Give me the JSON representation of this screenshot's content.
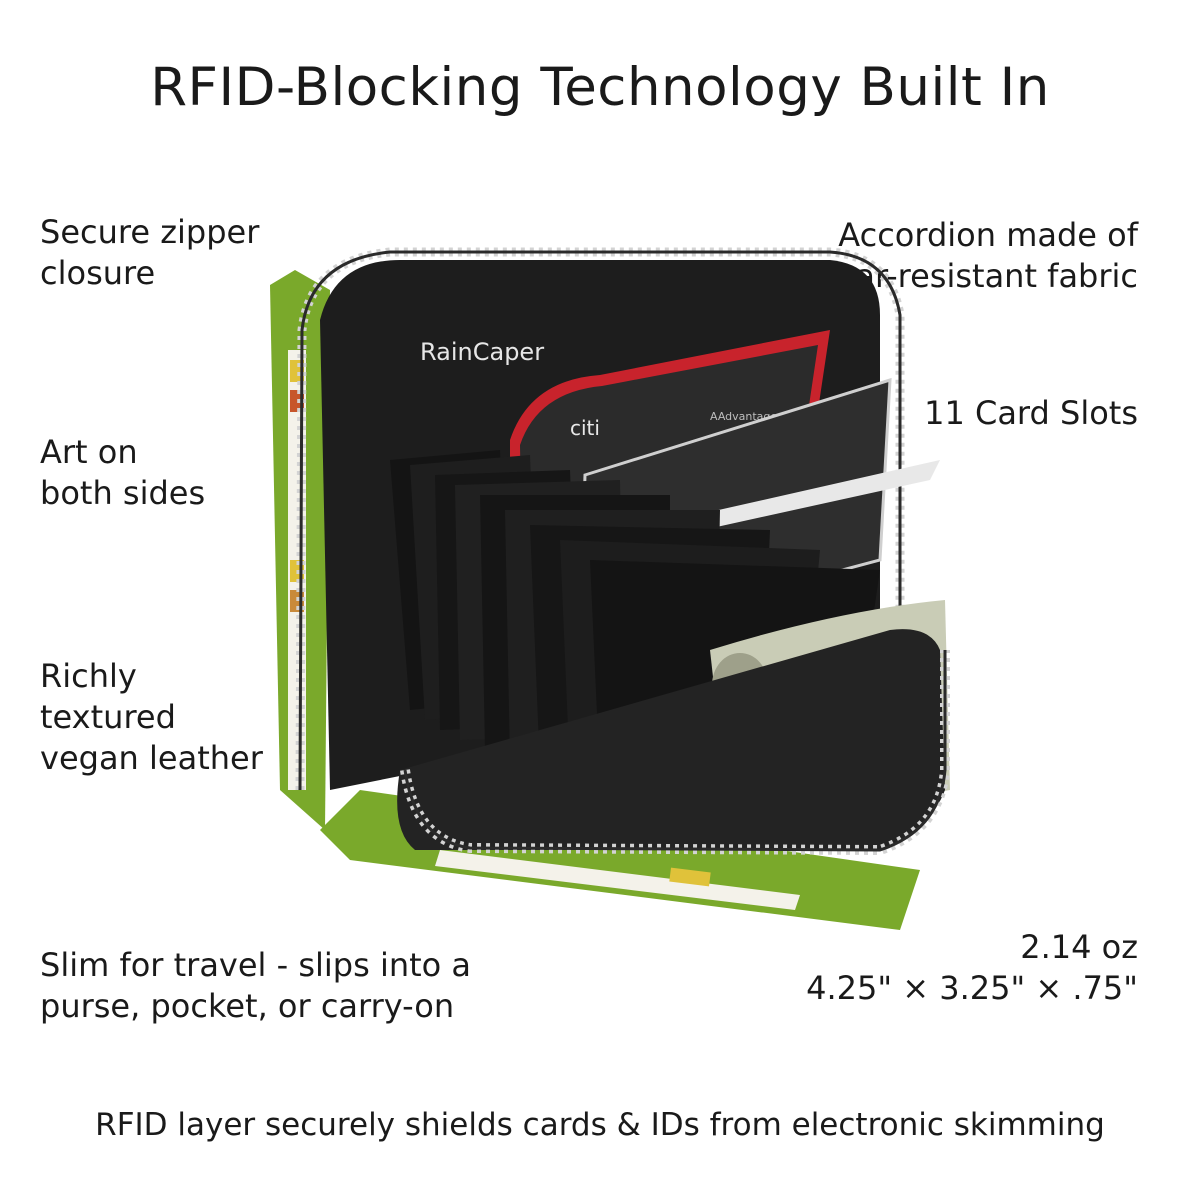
{
  "title": "RFID-Blocking Technology Built In",
  "callouts": {
    "zipper": [
      "Secure zipper",
      "closure"
    ],
    "accordion": [
      "Accordion made of",
      "tear-resistant fabric"
    ],
    "slots": "11 Card Slots",
    "art": [
      "Art on",
      "both sides"
    ],
    "leather": [
      "Richly",
      "textured",
      "vegan leather"
    ],
    "slim": [
      "Slim for travel - slips into a",
      "purse, pocket, or carry-on"
    ],
    "specs": [
      "2.14 oz",
      "4.25\" × 3.25\" × .75\""
    ]
  },
  "footer": "RFID layer securely shields cards & IDs from electronic skimming",
  "product": {
    "brand": "RainCaper",
    "card_brand": "citi",
    "card_text": "AAdvantage",
    "colors": {
      "body": "#1b1b1b",
      "zipper": "#cfcfcf",
      "art_green": "#7aa92b",
      "card_red": "#c8232c",
      "bill": "#c9ccb6"
    }
  }
}
